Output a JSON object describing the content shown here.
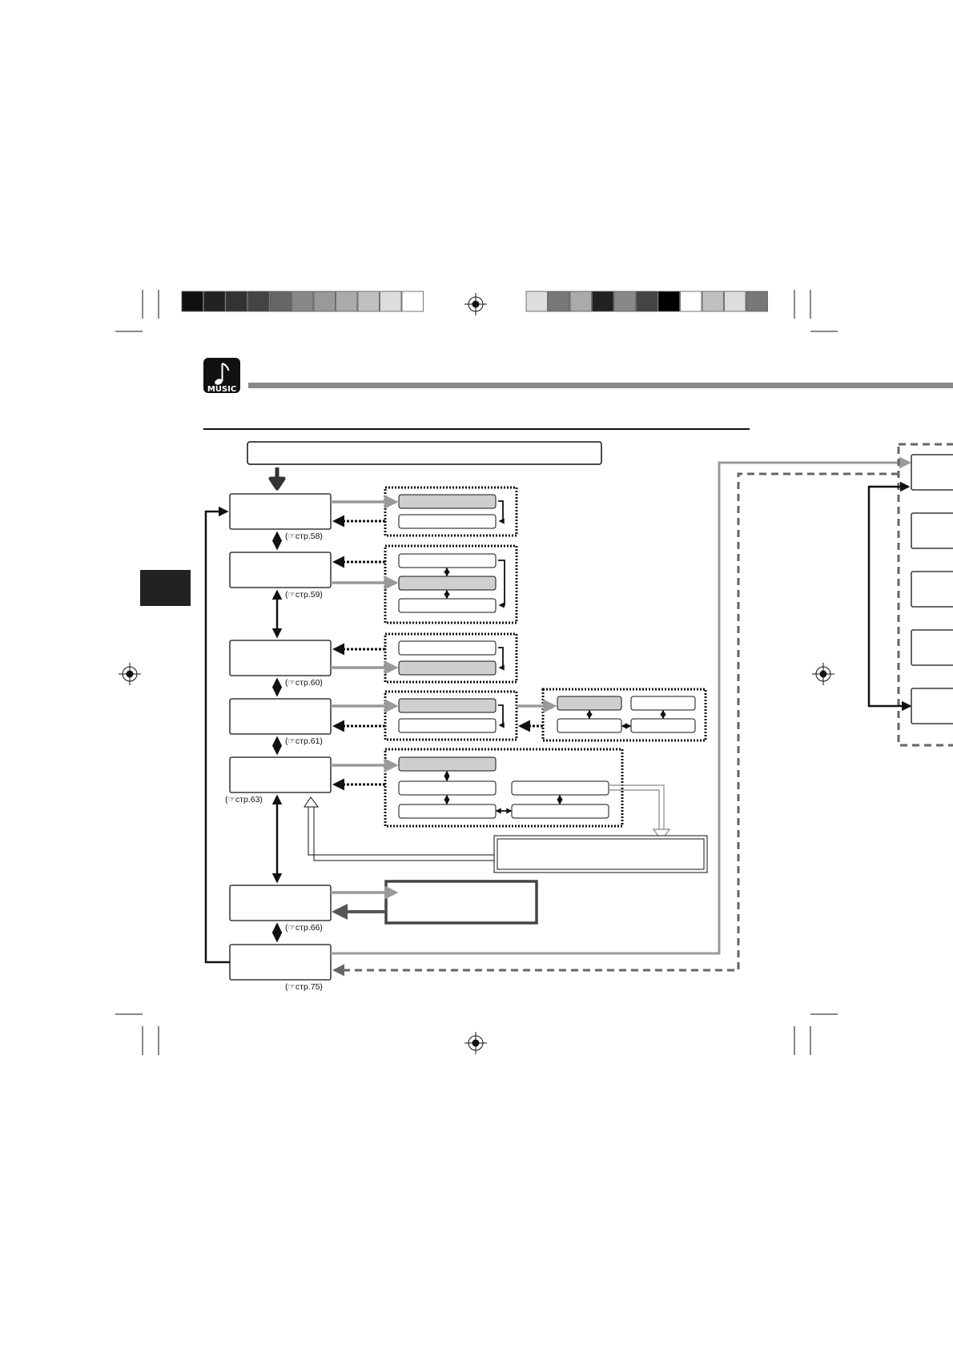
{
  "header": {
    "logo_text": "MUSIC",
    "logo_icon": "music-note-icon"
  },
  "refs": [
    "стр.58",
    "стр.59",
    "стр.60",
    "стр.61",
    "стр.63",
    "стр.66",
    "стр.75"
  ],
  "colors": {
    "line": "#111111",
    "gray_arrow": "#9a9a9a",
    "dark_gray_arrow": "#555555",
    "highlight_fill": "#cfcfcf",
    "dashed": "#666666",
    "chapter_tab": "#222222",
    "top_bar": "#888888"
  },
  "registration_bars": {
    "left": [
      "#111111",
      "#222222",
      "#333333",
      "#444444",
      "#666666",
      "#888888",
      "#999999",
      "#aaaaaa",
      "#c0c0c0",
      "#dddddd",
      "#ffffff"
    ],
    "right": [
      "#dddddd",
      "#777777",
      "#aaaaaa",
      "#222222",
      "#888888",
      "#444444",
      "#000000",
      "#ffffff",
      "#c0c0c0",
      "#dddddd",
      "#777777"
    ]
  }
}
